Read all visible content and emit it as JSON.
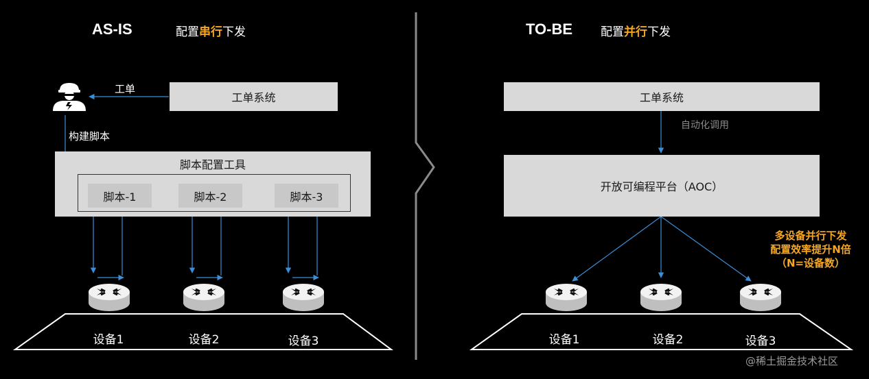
{
  "as_is": {
    "title": "AS-IS",
    "subtitle_prefix": "配置",
    "subtitle_highlight": "串行",
    "subtitle_suffix": "下发",
    "ticket_label": "工单",
    "ticket_system": "工单系统",
    "build_script_label": "构建脚本",
    "tool_title": "脚本配置工具",
    "scripts": [
      "脚本-1",
      "脚本-2",
      "脚本-3"
    ],
    "devices": [
      "设备1",
      "设备2",
      "设备3"
    ]
  },
  "to_be": {
    "title": "TO-BE",
    "subtitle_prefix": "配置",
    "subtitle_highlight": "并行",
    "subtitle_suffix": "下发",
    "ticket_system": "工单系统",
    "auto_call_label": "自动化调用",
    "platform": "开放可编程平台（AOC）",
    "note_lines": [
      "多设备并行下发",
      "配置效率提升N倍",
      "（N=设备数）"
    ],
    "devices": [
      "设备1",
      "设备2",
      "设备3"
    ]
  },
  "watermark": "@稀土掘金技术社区",
  "colors": {
    "background": "#000000",
    "box": "#d9d9d9",
    "highlight": "#f5a623",
    "arrow": "#3b8fd6",
    "divider": "#8a8a8a"
  },
  "icons": {
    "engineer": "engineer-icon",
    "router": "router-icon"
  }
}
